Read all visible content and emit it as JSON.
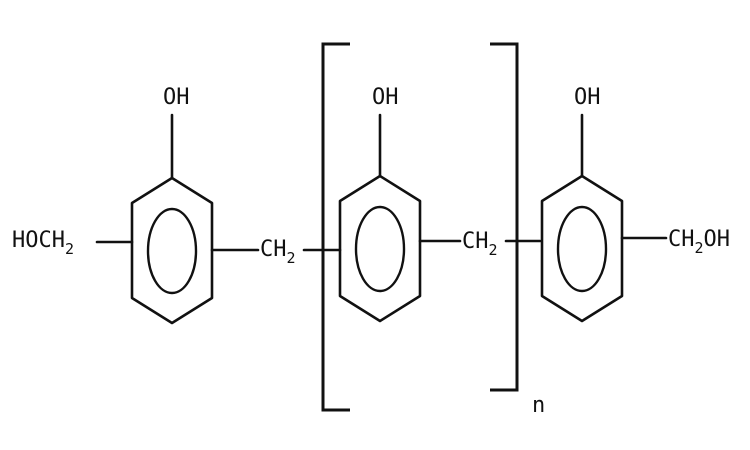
{
  "structure": {
    "left_unit": {
      "hydroxyl_label": "OH",
      "side_group": {
        "main": "HOCH",
        "sub": "2"
      }
    },
    "linker_left": {
      "main": "CH",
      "sub": "2"
    },
    "repeat_unit": {
      "hydroxyl_label": "OH",
      "linker": {
        "main": "CH",
        "sub": "2"
      },
      "subscript_n": "n"
    },
    "right_unit": {
      "hydroxyl_label": "OH",
      "side_group": {
        "main": "CH",
        "sub": "2",
        "tail": "OH"
      }
    }
  },
  "colors": {
    "ink": "#111111",
    "background": "#ffffff"
  }
}
